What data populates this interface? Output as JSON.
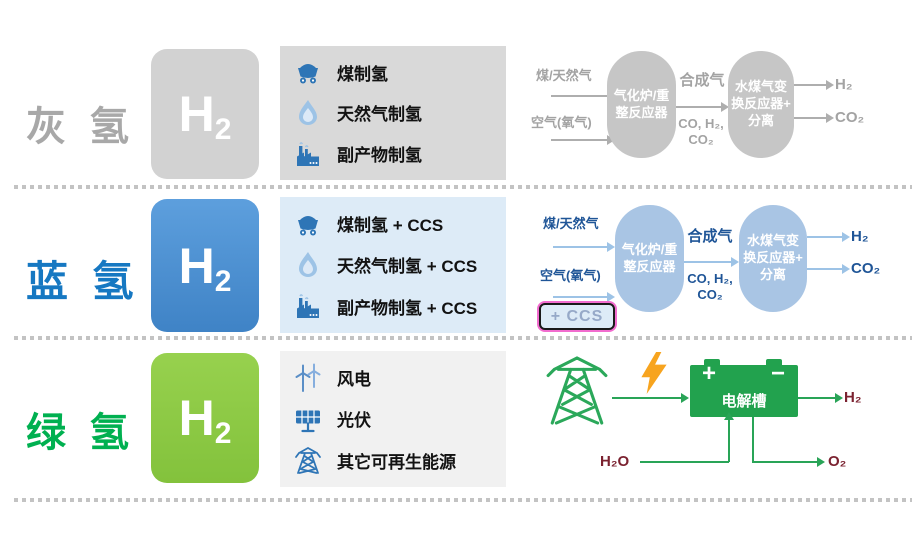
{
  "palette": {
    "grey_accent": "#a8a8a8",
    "blue_accent": "#1678c2",
    "green_accent": "#00b050",
    "icon_blue": "#2e75b6",
    "flame_blue": "#9dc3e6",
    "panel_grey": "#d9d9d9",
    "panel_blue": "#ddebf7",
    "panel_light": "#f1f1f1",
    "electrolyzer_green": "#22a24e",
    "lightning_orange": "#f7a41f",
    "maroon_text": "#7b2230",
    "ccs_ring_pink": "#f26ccf"
  },
  "rows": [
    {
      "name": "灰 氢",
      "h2_main": "H",
      "h2_sub": "2",
      "methods": [
        {
          "icon": "coal-cart-icon",
          "label": "煤制氢"
        },
        {
          "icon": "flame-icon",
          "label": "天然气制氢"
        },
        {
          "icon": "factory-icon",
          "label": "副产物制氢"
        }
      ],
      "flow": {
        "input_top": "煤/天然气",
        "input_bottom": "空气(氧气)",
        "vessel1": "气化炉/重\n整反应器",
        "syngas_label": "合成气",
        "byproducts_label": "CO, H₂,\nCO₂",
        "vessel2": "水煤气变\n换反应器+\n分离",
        "output_top": "H₂",
        "output_bottom": "CO₂"
      }
    },
    {
      "name": "蓝 氢",
      "h2_main": "H",
      "h2_sub": "2",
      "methods": [
        {
          "icon": "coal-cart-icon",
          "label": "煤制氢 + CCS"
        },
        {
          "icon": "flame-icon",
          "label": "天然气制氢 + CCS"
        },
        {
          "icon": "factory-icon",
          "label": "副产物制氢 + CCS"
        }
      ],
      "flow": {
        "input_top": "煤/天然气",
        "input_bottom": "空气(氧气)",
        "ccs_label": "+ CCS",
        "vessel1": "气化炉/重\n整反应器",
        "syngas_label": "合成气",
        "byproducts_label": "CO, H₂,\nCO₂",
        "vessel2": "水煤气变\n换反应器+\n分离",
        "output_top": "H₂",
        "output_bottom": "CO₂"
      }
    },
    {
      "name": "绿 氢",
      "h2_main": "H",
      "h2_sub": "2",
      "methods": [
        {
          "icon": "wind-turbine-icon",
          "label": "风电"
        },
        {
          "icon": "solar-panel-icon",
          "label": "光伏"
        },
        {
          "icon": "power-tower-icon",
          "label": "其它可再生能源"
        }
      ],
      "flow": {
        "electrolyzer_label": "电解槽",
        "plus": "+",
        "minus": "−",
        "input_water": "H₂O",
        "output_h2": "H₂",
        "output_o2": "O₂"
      }
    }
  ]
}
